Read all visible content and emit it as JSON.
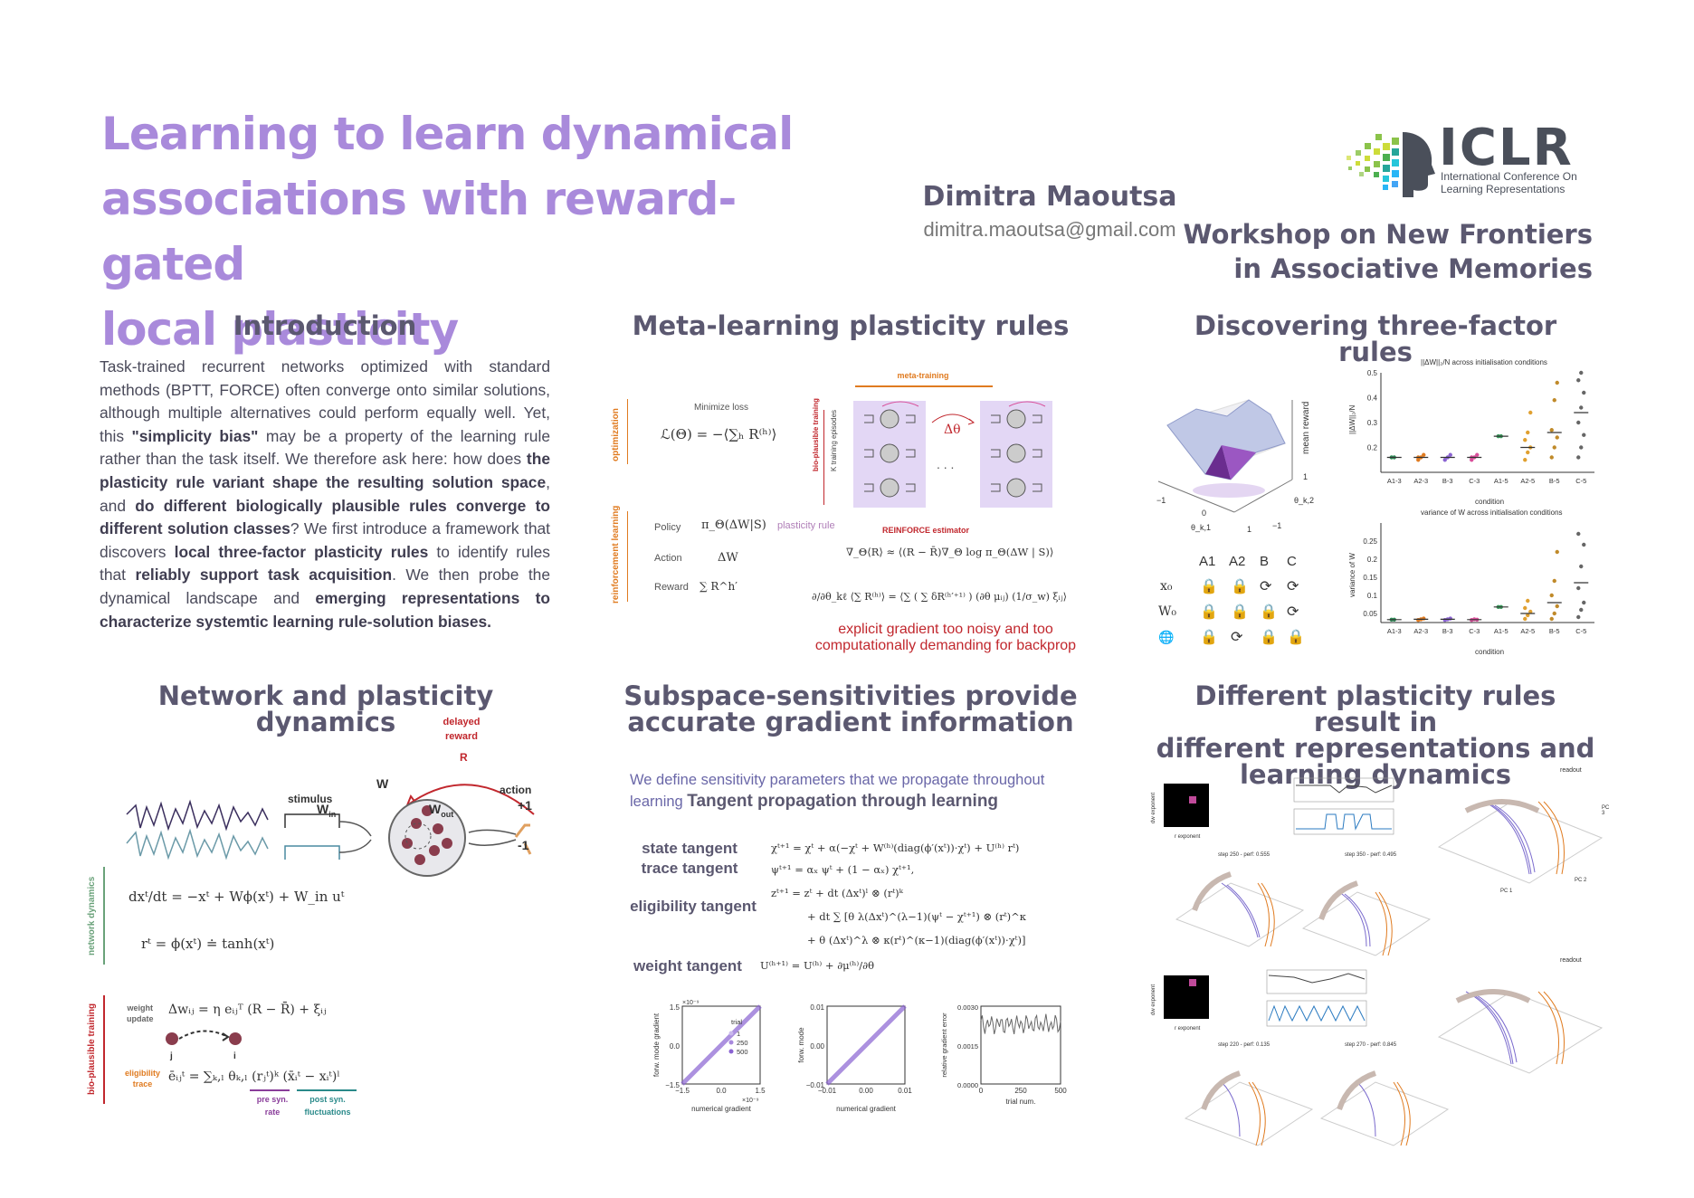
{
  "title": {
    "line1": "Learning to learn dynamical",
    "line2": "associations with reward-gated",
    "line3": "local plasticity"
  },
  "author": {
    "name": "Dimitra Maoutsa",
    "email": "dimitra.maoutsa@gmail.com"
  },
  "iclr": {
    "word": "ICLR",
    "sub1": "International Conference On",
    "sub2": "Learning Representations"
  },
  "workshop": {
    "line1": "Workshop on New Frontiers",
    "line2": "in Associative Memories"
  },
  "sections": {
    "intro": "Introduction",
    "meta": "Meta-learning plasticity rules",
    "discover": "Discovering three-factor rules",
    "network": "Network and plasticity dynamics",
    "subspace1": "Subspace-sensitivities provide",
    "subspace2": "accurate gradient information",
    "diff1": "Different plasticity rules result in",
    "diff2": "different representations and",
    "diff3": "learning dynamics"
  },
  "intro": {
    "p1": "Task-trained recurrent networks optimized with standard methods (BPTT, FORCE) often converge onto similar solutions, although multiple alternatives could perform equally well. Yet, this ",
    "b1": "\"simplicity bias\"",
    "p2": " may be a property of the learning rule rather than the task itself. We therefore ask here: how does ",
    "b2": "the plasticity rule variant shape the resulting solution space",
    "p3": ", and ",
    "b3": "do different biologically plausible rules converge to different solution classes",
    "p4": "? We first introduce a framework that discovers ",
    "b4": "local three-factor plasticity rules",
    "p5": " to identify rules that ",
    "b5": "reliably support task acquisition",
    "p6": ". We then probe the dynamical landscape and ",
    "b6": "emerging representations to characterize systemtic learning rule-solution biases."
  },
  "meta": {
    "optimization": "optimization",
    "rl": "reinforcement learning",
    "minimize": "Minimize loss",
    "loss": "ℒ(Θ) = −⟨∑ₕ R⁽ʰ⁾⟩",
    "meta_training": "meta-training",
    "bio": "bio-plausible training",
    "k_episodes": "K training episodes",
    "dtheta": "Δθ",
    "dots": ". . .",
    "policy_label": "Policy",
    "policy": "π_Θ(ΔW|S)",
    "plasticity_rule": "plasticity rule",
    "action_label": "Action",
    "action": "ΔW",
    "reward_label": "Reward",
    "reward": "∑ R^h′",
    "reinforce": "REINFORCE estimator",
    "grad": "∇_Θ⟨R⟩ ≈ ⟨(R − R̄)∇_Θ log π_Θ(ΔW | S)⟩",
    "grad2": "∂/∂θ_kℓ ⟨∑ R⁽ʰ⁾⟩ = ⟨∑ ( ∑ δR⁽ʰ′⁺¹⁾ ) (∂θ μᵢⱼ) (1/σ_w) ξᵢⱼ⟩",
    "note1": "explicit gradient too noisy and too",
    "note2": "computationally demanding for backprop"
  },
  "discover": {
    "surface_zlabel": "mean reward",
    "surface_x": "θ_k,1",
    "surface_y": "θ_k,2",
    "table_cols": [
      "A1",
      "A2",
      "B",
      "C"
    ],
    "table_rows": [
      "x₀",
      "W₀",
      "🌐"
    ],
    "chart1_title": "||ΔW||₂/N across initialisation conditions",
    "chart2_title": "variance of W across initialisation conditions",
    "xlabel": "condition",
    "ylabel1": "||ΔW||₂/N",
    "ylabel2": "variance of W"
  },
  "chart_data": [
    {
      "type": "scatter",
      "title": "||ΔW||₂/N across initialisation conditions",
      "xlabel": "condition",
      "ylabel": "||ΔW||₂/N",
      "categories": [
        "A1-3",
        "A2-3",
        "B-3",
        "C-3",
        "A1-5",
        "A2-5",
        "B-5",
        "C-5"
      ],
      "colors": [
        "#2e8b57",
        "#e07b20",
        "#8a63d2",
        "#d94f9a",
        "#3a9d5d",
        "#e0a030",
        "#c08a2a",
        "#666666"
      ],
      "ylim": [
        0.1,
        0.5
      ],
      "yticks": [
        0.2,
        0.3,
        0.4,
        0.5
      ],
      "means": [
        0.16,
        0.16,
        0.16,
        0.16,
        0.245,
        0.2,
        0.26,
        0.34
      ],
      "points": [
        [
          0.16,
          0.16
        ],
        [
          0.15,
          0.16,
          0.17,
          0.16
        ],
        [
          0.15,
          0.16,
          0.17
        ],
        [
          0.15,
          0.16,
          0.17,
          0.16
        ],
        [
          0.245,
          0.245
        ],
        [
          0.15,
          0.18,
          0.2,
          0.23,
          0.26,
          0.34
        ],
        [
          0.16,
          0.2,
          0.24,
          0.27,
          0.39,
          0.46
        ],
        [
          0.16,
          0.2,
          0.25,
          0.3,
          0.36,
          0.42,
          0.47,
          0.5
        ]
      ]
    },
    {
      "type": "scatter",
      "title": "variance of W across initialisation conditions",
      "xlabel": "condition",
      "ylabel": "variance of W",
      "categories": [
        "A1-3",
        "A2-3",
        "B-3",
        "C-3",
        "A1-5",
        "A2-5",
        "B-5",
        "C-5"
      ],
      "colors": [
        "#2e8b57",
        "#e07b20",
        "#8a63d2",
        "#d94f9a",
        "#3a9d5d",
        "#e0a030",
        "#c08a2a",
        "#666666"
      ],
      "ylim": [
        0.025,
        0.3
      ],
      "yticks": [
        0.05,
        0.1,
        0.15,
        0.2,
        0.25
      ],
      "means": [
        0.033,
        0.034,
        0.034,
        0.033,
        0.068,
        0.05,
        0.08,
        0.135
      ],
      "points": [
        [
          0.033,
          0.033
        ],
        [
          0.032,
          0.034,
          0.036
        ],
        [
          0.032,
          0.034,
          0.036
        ],
        [
          0.032,
          0.034,
          0.033
        ],
        [
          0.068,
          0.068
        ],
        [
          0.035,
          0.045,
          0.055,
          0.065,
          0.085
        ],
        [
          0.035,
          0.05,
          0.07,
          0.1,
          0.14,
          0.22
        ],
        [
          0.04,
          0.06,
          0.08,
          0.12,
          0.18,
          0.24,
          0.27
        ]
      ]
    },
    {
      "type": "scatter",
      "title": "",
      "xlabel": "numerical gradient",
      "ylabel": "forw. mode gradient",
      "legend_title": "trial",
      "legend": [
        "1",
        "250",
        "500"
      ],
      "xlim": [
        -1.5,
        1.5
      ],
      "ylim": [
        -1.5,
        1.5
      ],
      "xticks": [
        "−1.5",
        "0.0",
        "1.5"
      ],
      "yticks": [
        "1.5",
        "0.0",
        "−1.5"
      ],
      "scale": "×10⁻⁹",
      "x": [
        -1.5,
        1.5
      ],
      "y": [
        -1.5,
        1.5
      ]
    },
    {
      "type": "scatter",
      "title": "",
      "xlabel": "numerical gradient",
      "ylabel": "forw. mode",
      "xlim": [
        -0.01,
        0.01
      ],
      "ylim": [
        -0.01,
        0.01
      ],
      "xticks": [
        "−0.01",
        "0.00",
        "0.01"
      ],
      "yticks": [
        "0.01",
        "0.00",
        "−0.01"
      ],
      "x": [
        -0.01,
        0.01
      ],
      "y": [
        -0.01,
        0.01
      ]
    },
    {
      "type": "line",
      "title": "",
      "xlabel": "trial num.",
      "ylabel": "relative gradient error",
      "xlim": [
        0,
        500
      ],
      "ylim": [
        0,
        0.003
      ],
      "xticks": [
        "0",
        "250",
        "500"
      ],
      "yticks": [
        "0.0030",
        "0.0015",
        "0.0000"
      ],
      "mean": 0.0023
    }
  ],
  "network": {
    "stimulus": "stimulus",
    "win": "W",
    "win_sub": "in",
    "w": "W",
    "wout": "W",
    "wout_sub": "out",
    "delayed": "delayed",
    "reward": "reward",
    "r": "R",
    "action": "action",
    "plus": "+1",
    "minus": "-1",
    "side_dyn": "network dynamics",
    "side_bio": "bio-plausible training",
    "eq1": "dxᵗ/dt = −xᵗ + Wϕ(xᵗ) + W_in uᵗ",
    "eq2": "rᵗ = ϕ(xᵗ) ≐ tanh(xᵗ)",
    "weight_update": "weight",
    "weight_update2": "update",
    "eq3": "Δwᵢⱼ = η eᵢⱼᵀ (R − R̄) + ξᵢⱼ",
    "j": "j",
    "i": "i",
    "eligibility": "eligibility",
    "trace": "trace",
    "eq4": "ēᵢⱼᵗ = ∑ₖ,ₗ θₖ,ₗ (rⱼᵗ)ᵏ (x̄ᵢᵗ − xᵢᵗ)ˡ",
    "pre": "pre syn.",
    "rate": "rate",
    "post": "post syn.",
    "fluct": "fluctuations"
  },
  "subspace": {
    "intro1": "We define sensitivity parameters that we propagate throughout",
    "intro2a": "learning ",
    "intro2b": "Tangent propagation through learning",
    "state": "state tangent",
    "trace": "trace tangent",
    "elig": "eligibility tangent",
    "weight": "weight tangent",
    "eq_state": "χᵗ⁺¹ = χᵗ + α(−χᵗ + W⁽ʰ⁾(diag(ϕ′(xᵗ))·χᵗ) + U⁽ʰ⁾ rᵗ)",
    "eq_trace": "ψᵗ⁺¹ = αₓ ψᵗ + (1 − αₓ) χᵗ⁺¹,",
    "eq_elig1": "zᵗ⁺¹ = zᵗ + dt (Δxᵗ)ˡ ⊗ (rᵗ)ᵏ",
    "eq_elig2": "+ dt ∑ [θ λ(Δxᵗ)^(λ−1)(ψᵗ − χᵗ⁺¹) ⊗ (rᵗ)^κ",
    "eq_elig3": "+ θ (Δxᵗ)^λ ⊗ κ(rᵗ)^(κ−1)(diag(ϕ′(xᵗ))·χᵗ)]",
    "eq_weight": "U⁽ʰ⁺¹⁾ = U⁽ʰ⁾ + ∂μ⁽ʰ⁾/∂θ",
    "scale": "×10⁻⁹"
  },
  "diff": {
    "readout": "readout",
    "heat_y": "dw exponent",
    "heat_x": "r exponent",
    "step1": "step 250 - perf: 0.555",
    "step2": "step 350 - perf: 0.495",
    "step3": "step 220 - perf: 0.135",
    "step4": "step 270 - perf: 0.845",
    "pc1": "PC 1",
    "pc2": "PC 2",
    "pc3": "PC 3"
  },
  "colors": {
    "title": "#a98adb",
    "heading": "#5b5870",
    "orange": "#e07b20",
    "red": "#c1272d",
    "purple": "#8a63d2",
    "teal": "#2a8a8a"
  }
}
